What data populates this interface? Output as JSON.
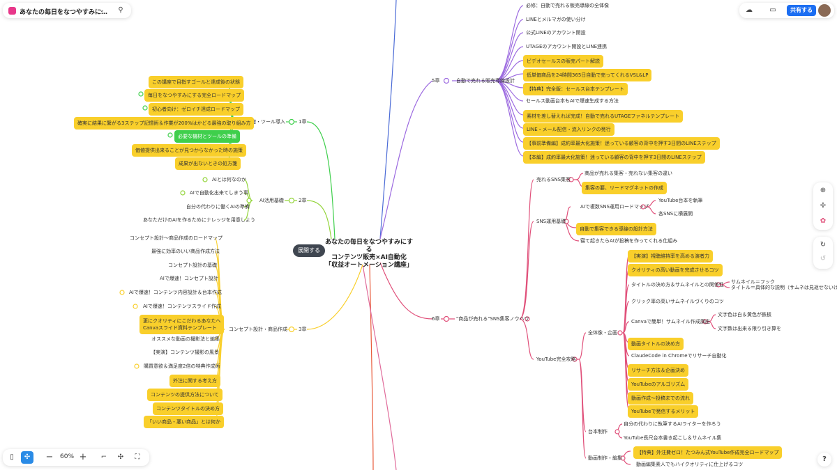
{
  "toolbar": {
    "doc_title": "あなたの毎日をなつやすみに…",
    "share_label": "共有する",
    "zoom": "60%"
  },
  "help_label": "?",
  "expand_label": "展開する",
  "root": {
    "line1": "あなたの毎日をなつやすみにする",
    "line2": "コンテンツ販売×AI自動化",
    "line3": "「収益オートメーション講座」"
  },
  "ch1": {
    "chapter": "1章",
    "sub": "基礎・ツール導入",
    "items": [
      "この講座で目指すゴールと達成後の状態",
      "毎日をなつやすみにする完全ロードマップ",
      "初心者向け：ゼロイチ達成ロードマップ",
      "確実に結果に繋がる3ステップ記憶術＆作業が200%はかどる最強の取り組み方",
      "必要な機材とツールの準備",
      "価値提供出来ることが見つからなかった時の施策",
      "成果が出ないときの処方箋"
    ]
  },
  "ch2": {
    "chapter": "2章",
    "sub": "AI活用基礎",
    "items": [
      "AIとは何なのか",
      "AIで自動化出来てしまう事",
      "自分の代わりに働くAIの準備",
      "あなただけのAIを作るためにナレッジを用意しよう"
    ]
  },
  "ch3": {
    "chapter": "3章",
    "sub": "コンセプト設計・商品作成",
    "items": [
      "コンセプト設計〜商品作成のロードマップ",
      "最強に効率のいい商品作成方法",
      "コンセプト設計の基礎",
      "AIで爆速！コンセプト設計",
      "AIで爆速！コンテンツ内容設計＆台本作成",
      "AIで爆速！コンテンツスライド作成",
      "更にクオリティにこだわるあなたへ",
      "Canvaスライド資料テンプレート",
      "オススメな動画の撮影法と編集",
      "【実演】コンテンツ撮影の風景",
      "購買意欲＆満足度2倍の特典作成術",
      "外注に関する考え方",
      "コンテンツの提供方法について",
      "コンテンツタイトルの決め方",
      "「いい商品・悪い商品」とは何か"
    ]
  },
  "ch5": {
    "chapter": "5章",
    "sub": "自動で売れる販売導線設計",
    "items": [
      "必修：自動で売れる販売導線の全体像",
      "LINEとメルマガの使い分け",
      "公式LINEのアカウント開設",
      "UTAGEのアカウント開設とLINE連携",
      "ビデオセールスの販売パート解説",
      "低単価商品を24時間365日自動で売ってくれるVSL&LP",
      "【特典】完全版：セールス台本テンプレート",
      "セールス動画台本もAIで爆速生成する方法",
      "素材を差し替えれば完成！自動で売れるUTAGEファネルテンプレート",
      "LINE・メール配信・流入リンクの発行",
      "【事前準備編】成約率最大化施策！迷っている顧客の背中を押す3日間のLINEステップ",
      "【本編】成約率最大化施策！迷っている顧客の背中を押す3日間のLINEステップ"
    ]
  },
  "ch6": {
    "chapter": "6章",
    "sub": "\"商品が売れる\"SNS集客ノウハウ",
    "sns_sell": "売れるSNS集客",
    "sns_sell_items": [
      "商品が売れる集客・売れない集客の違い",
      "集客の要、リードマグネットの作成"
    ],
    "sns_basic": "SNS運用基礎",
    "ai_roadmap": "AIで複数SNS運用ロードマップ",
    "ai_roadmap_items": [
      "YouTube台本を執筆",
      "各SNSに横展開"
    ],
    "sns_basic_items": [
      "自動で集客できる導線の設計方法",
      "寝て起きたらAIが投稿を作ってくれる仕組み"
    ],
    "yt": "YouTube完全攻略",
    "overall": "全体像・企画",
    "overall_items": [
      "【実演】視聴維持率を高める演者力",
      "クオリティの高い動画を完成させるコツ",
      "タイトルの決め方＆サムネイルとの関係性",
      "クリック率の高いサムネイルづくりのコツ",
      "Canvaで簡単！サムネイル作成講座",
      "動画タイトルの決め方",
      "ClaudeCode in Chromeでリサーチ自動化",
      "リサーチ方法＆企画決め",
      "YouTubeのアルゴリズム",
      "動画作成〜投稿までの流れ",
      "YouTubeで発信するメリット"
    ],
    "title_sub1": "サムネイル＝フック",
    "title_sub2": "タイトル＝具体的な説明（サムネは見返せないけどタイ",
    "canva_sub": [
      "文字色は白＆黄色が鉄板",
      "文字数は出来る限り引き算を"
    ],
    "script": "台本制作",
    "script_items": [
      "自分の代わりに執筆するAIライターを作ろう",
      "YouTube長尺台本書き起こし＆サムネイル集"
    ],
    "edit": "動画制作・編集",
    "edit_items": [
      "【特典】外注費ゼロ！たつみん式YouTube作成完全ロードマップ",
      "動画編集素人でもハイクオリティに仕上げるコツ"
    ]
  },
  "colors": {
    "ch1": "#3fcf4c",
    "ch2": "#93d43a",
    "ch3": "#f9cf2b",
    "ch5": "#9c6ae0",
    "ch6": "#e0507a",
    "pill": "#f9cf2b",
    "share": "#1c6ef2"
  }
}
